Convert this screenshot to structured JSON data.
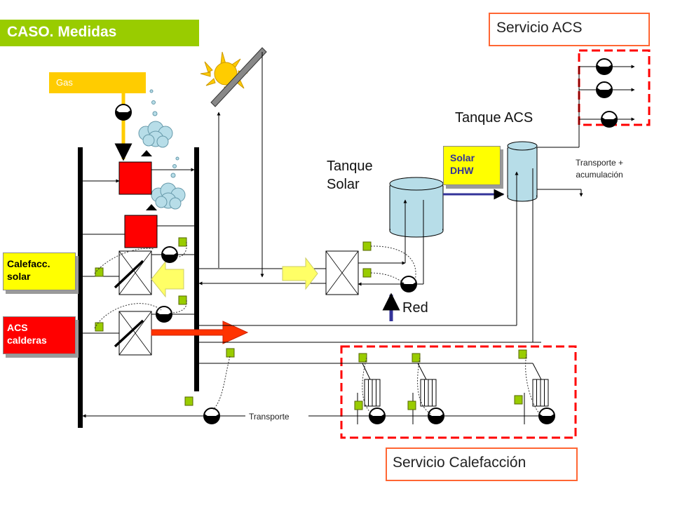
{
  "title": "CASO. Medidas",
  "colors": {
    "title_bg": "#99cc00",
    "gas": "#ffcc00",
    "boiler": "#ff0000",
    "tank": "#b7dde8",
    "meter": "#99cc00",
    "service_border": "#ff6633",
    "service_dash": "#ff0000",
    "supply_arrow": "#333399",
    "solar_arrow": "#ffff66",
    "dhw_arrow": "#ff3300"
  },
  "labels": {
    "gas": "Gas",
    "calefacc_solar": "Calefacc. solar",
    "acs_calderas": "ACS calderas",
    "solar_dhw": "Solar DHW",
    "tanque_solar": "Tanque Solar",
    "tanque_acs": "Tanque ACS",
    "red": "Red",
    "transporte_acumulacion": "Transporte + acumulación",
    "transporte": "Transporte",
    "servicio_acs": "Servicio ACS",
    "servicio_calefaccion": "Servicio Calefacción"
  },
  "icons": {
    "sun": "sun-icon",
    "pump": "pump-icon",
    "smoke": "smoke-cloud-icon",
    "radiator": "radiator-icon",
    "meter": "meter-icon",
    "heat_exchanger": "heat-exchanger-icon"
  }
}
